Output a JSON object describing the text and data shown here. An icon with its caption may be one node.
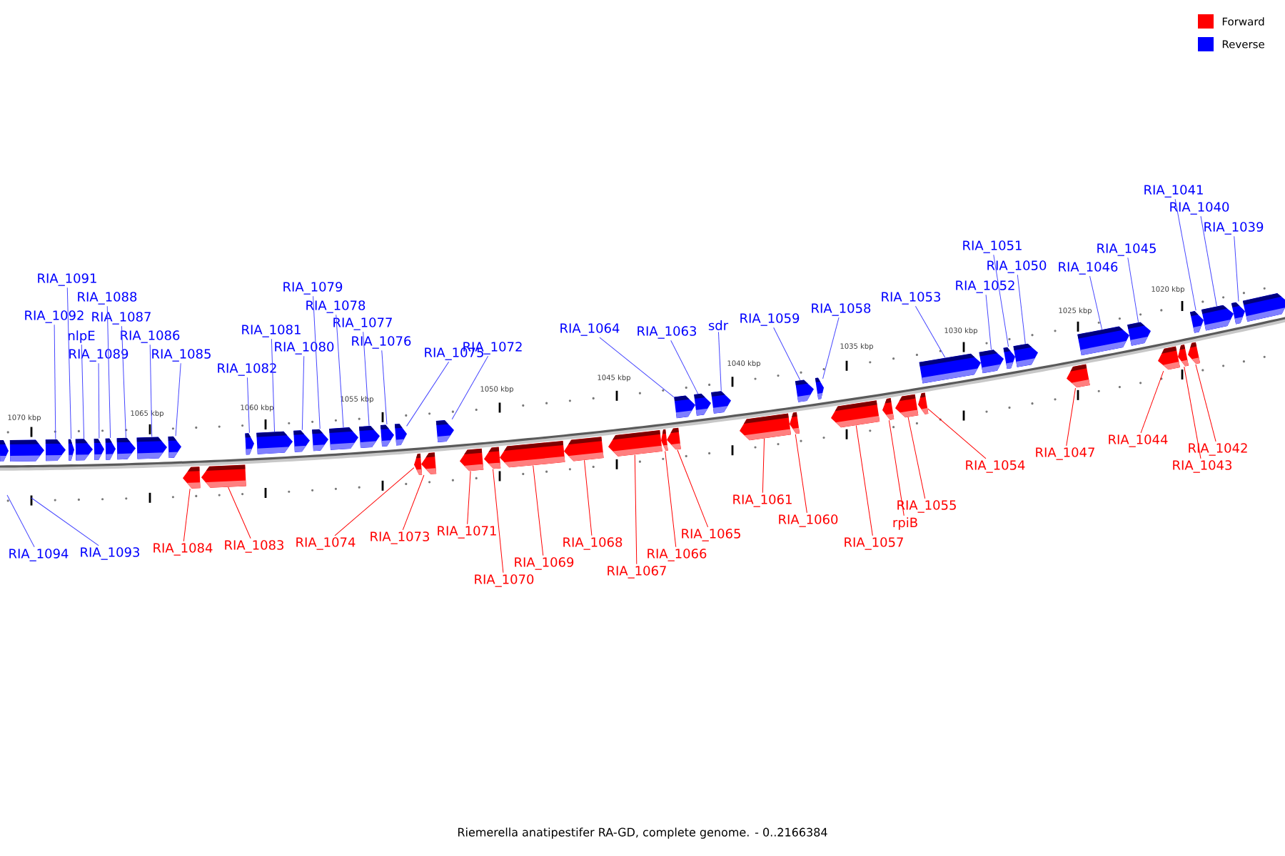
{
  "diagram": {
    "caption": "Riemerella anatipestifer RA-GD, complete genome. - 0..2166384",
    "nodes": [
      {
        "text": [
          "RIA_1094"
        ]
      },
      {
        "text": [
          "RIA_1093"
        ]
      },
      {
        "text": [
          "RIA_1092"
        ]
      },
      {
        "text": [
          "RIA_1091"
        ]
      },
      {
        "text": [
          "nlpE"
        ]
      },
      {
        "text": [
          "RIA_1089"
        ]
      },
      {
        "text": [
          "RIA_1088"
        ]
      },
      {
        "text": [
          "RIA_1087"
        ]
      },
      {
        "text": [
          "RIA_1086"
        ]
      },
      {
        "text": [
          "RIA_1085"
        ]
      },
      {
        "text": [
          "RIA_1082"
        ]
      },
      {
        "text": [
          "RIA_1081"
        ]
      },
      {
        "text": [
          "RIA_1080"
        ]
      },
      {
        "text": [
          "RIA_1079"
        ]
      },
      {
        "text": [
          "RIA_1078"
        ]
      },
      {
        "text": [
          "RIA_1077"
        ]
      },
      {
        "text": [
          "RIA_1076"
        ]
      },
      {
        "text": [
          "RIA_1075"
        ]
      },
      {
        "text": [
          "RIA_1072"
        ]
      },
      {
        "text": [
          "RIA_1064"
        ]
      },
      {
        "text": [
          "RIA_1063"
        ]
      },
      {
        "text": [
          "sdr"
        ]
      },
      {
        "text": [
          "RIA_1059"
        ]
      },
      {
        "text": [
          "RIA_1058"
        ]
      },
      {
        "text": [
          "RIA_1053"
        ]
      },
      {
        "text": [
          "RIA_1052"
        ]
      },
      {
        "text": [
          "RIA_1051"
        ]
      },
      {
        "text": [
          "RIA_1050"
        ]
      },
      {
        "text": [
          "RIA_1046"
        ]
      },
      {
        "text": [
          "RIA_1045"
        ]
      },
      {
        "text": [
          "RIA_1041"
        ]
      },
      {
        "text": [
          "RIA_1040"
        ]
      },
      {
        "text": [
          "RIA_1039"
        ]
      },
      {
        "text": [
          "RIA_1084"
        ]
      },
      {
        "text": [
          "RIA_1083"
        ]
      },
      {
        "text": [
          "RIA_1074"
        ]
      },
      {
        "text": [
          "RIA_1073"
        ]
      },
      {
        "text": [
          "RIA_1071"
        ]
      },
      {
        "text": [
          "RIA_1070"
        ]
      },
      {
        "text": [
          "RIA_1069"
        ]
      },
      {
        "text": [
          "RIA_1068"
        ]
      },
      {
        "text": [
          "RIA_1067"
        ]
      },
      {
        "text": [
          "RIA_1066"
        ]
      },
      {
        "text": [
          "RIA_1065"
        ]
      },
      {
        "text": [
          "RIA_1061"
        ]
      },
      {
        "text": [
          "RIA_1060"
        ]
      },
      {
        "text": [
          "RIA_1057"
        ]
      },
      {
        "text": [
          "rpiB"
        ]
      },
      {
        "text": [
          "RIA_1055"
        ]
      },
      {
        "text": [
          "RIA_1054"
        ]
      },
      {
        "text": [
          "RIA_1047"
        ]
      },
      {
        "text": [
          "RIA_1044"
        ]
      },
      {
        "text": [
          "RIA_1043"
        ]
      },
      {
        "text": [
          "RIA_1042"
        ]
      },
      {
        "text": [],
        "shape": "arrow"
      },
      {
        "text": [],
        "shape": "arrow"
      },
      {
        "text": [],
        "shape": "arrow"
      },
      {
        "text": [],
        "shape": "arrow"
      },
      {
        "text": [],
        "shape": "arrow"
      },
      {
        "text": [],
        "shape": "arrow"
      },
      {
        "text": [],
        "shape": "arrow"
      },
      {
        "text": [],
        "shape": "arrow"
      },
      {
        "text": [],
        "shape": "arrow"
      },
      {
        "text": [],
        "shape": "arrow"
      },
      {
        "text": [],
        "shape": "arrow"
      },
      {
        "text": [],
        "shape": "arrow"
      },
      {
        "text": [],
        "shape": "arrow"
      },
      {
        "text": [],
        "shape": "arrow"
      },
      {
        "text": [],
        "shape": "arrow"
      },
      {
        "text": [],
        "shape": "arrow"
      },
      {
        "text": [],
        "shape": "arrow"
      },
      {
        "text": [],
        "shape": "arrow"
      },
      {
        "text": [],
        "shape": "arrow"
      },
      {
        "text": [],
        "shape": "arrow"
      },
      {
        "text": [],
        "shape": "arrow"
      },
      {
        "text": [],
        "shape": "arrow"
      },
      {
        "text": [],
        "shape": "arrow"
      },
      {
        "text": [],
        "shape": "arrow"
      },
      {
        "text": [],
        "shape": "arrow"
      },
      {
        "text": [],
        "shape": "arrow"
      },
      {
        "text": [],
        "shape": "arrow"
      },
      {
        "text": [],
        "shape": "arrow"
      },
      {
        "text": [],
        "shape": "arrow"
      },
      {
        "text": [],
        "shape": "arrow"
      },
      {
        "text": [],
        "shape": "arrow"
      },
      {
        "text": [],
        "shape": "arrow"
      },
      {
        "text": [],
        "shape": "arrow"
      },
      {
        "text": [],
        "shape": "arrow"
      },
      {
        "text": [],
        "shape": "arrow"
      },
      {
        "text": [],
        "shape": "arrow"
      },
      {
        "text": [],
        "shape": "arrow"
      },
      {
        "text": [],
        "shape": "arrow"
      },
      {
        "text": [],
        "shape": "arrow"
      },
      {
        "text": [],
        "shape": "arrow"
      },
      {
        "text": [],
        "shape": "arrow"
      },
      {
        "text": [],
        "shape": "arrow"
      },
      {
        "text": [],
        "shape": "arrow"
      },
      {
        "text": [],
        "shape": "arrow"
      },
      {
        "text": [],
        "shape": "arrow"
      },
      {
        "text": [],
        "shape": "arrow"
      },
      {
        "text": [],
        "shape": "arrow"
      },
      {
        "text": [],
        "shape": "arrow"
      },
      {
        "text": [],
        "shape": "arrow"
      },
      {
        "text": [],
        "shape": "arrow"
      },
      {
        "text": [],
        "shape": "arrow"
      },
      {
        "text": [],
        "shape": "arrow"
      },
      {
        "text": [],
        "shape": "arrow"
      },
      {
        "text": [],
        "shape": "arrow"
      },
      {
        "text": [],
        "shape": "arrow"
      }
    ],
    "edges": [
      {
        "from": 0,
        "to": null,
        "arrow": "none"
      },
      {
        "from": 1,
        "to": null,
        "arrow": "none"
      },
      {
        "from": 2,
        "to": 56,
        "arrow": "none"
      },
      {
        "from": 3,
        "to": 57,
        "arrow": "none"
      },
      {
        "from": 4,
        "to": 58,
        "arrow": "none"
      },
      {
        "from": 5,
        "to": 59,
        "arrow": "none"
      },
      {
        "from": 6,
        "to": 60,
        "arrow": "none"
      },
      {
        "from": 7,
        "to": 61,
        "arrow": "none"
      },
      {
        "from": 8,
        "to": 62,
        "arrow": "none"
      },
      {
        "from": 9,
        "to": 63,
        "arrow": "none"
      },
      {
        "from": 10,
        "to": 64,
        "arrow": "none"
      },
      {
        "from": 11,
        "to": 65,
        "arrow": "none"
      },
      {
        "from": 12,
        "to": 66,
        "arrow": "none"
      },
      {
        "from": 13,
        "to": 67,
        "arrow": "none"
      },
      {
        "from": 14,
        "to": 68,
        "arrow": "none"
      },
      {
        "from": 15,
        "to": 69,
        "arrow": "none"
      },
      {
        "from": 16,
        "to": 70,
        "arrow": "none"
      },
      {
        "from": 17,
        "to": 71,
        "arrow": "none"
      },
      {
        "from": 18,
        "to": 72,
        "arrow": "none"
      },
      {
        "from": 19,
        "to": 73,
        "arrow": "none"
      },
      {
        "from": 20,
        "to": 74,
        "arrow": "none"
      },
      {
        "from": 21,
        "to": 75,
        "arrow": "none"
      },
      {
        "from": 22,
        "to": 76,
        "arrow": "none"
      },
      {
        "from": 23,
        "to": 77,
        "arrow": "none"
      },
      {
        "from": 24,
        "to": 78,
        "arrow": "none"
      },
      {
        "from": 25,
        "to": 79,
        "arrow": "none"
      },
      {
        "from": 26,
        "to": 80,
        "arrow": "none"
      },
      {
        "from": 27,
        "to": 81,
        "arrow": "none"
      },
      {
        "from": 28,
        "to": 82,
        "arrow": "none"
      },
      {
        "from": 29,
        "to": 83,
        "arrow": "none"
      },
      {
        "from": 30,
        "to": 84,
        "arrow": "none"
      },
      {
        "from": 31,
        "to": 85,
        "arrow": "none"
      },
      {
        "from": 32,
        "to": 86,
        "arrow": "none"
      },
      {
        "from": 33,
        "to": 88,
        "arrow": "none",
        "color": "#ff0000"
      },
      {
        "from": 34,
        "to": 89,
        "arrow": "none",
        "color": "#ff0000"
      },
      {
        "from": 35,
        "to": 90,
        "arrow": "none",
        "color": "#ff0000"
      },
      {
        "from": 36,
        "to": 91,
        "arrow": "none",
        "color": "#ff0000"
      },
      {
        "from": 37,
        "to": 92,
        "arrow": "none",
        "color": "#ff0000"
      },
      {
        "from": 38,
        "to": 93,
        "arrow": "none",
        "color": "#ff0000"
      },
      {
        "from": 39,
        "to": 94,
        "arrow": "none",
        "color": "#ff0000"
      },
      {
        "from": 40,
        "to": 95,
        "arrow": "none",
        "color": "#ff0000"
      },
      {
        "from": 41,
        "to": 96,
        "arrow": "none",
        "color": "#ff0000"
      },
      {
        "from": 42,
        "to": 97,
        "arrow": "none",
        "color": "#ff0000"
      },
      {
        "from": 43,
        "to": 98,
        "arrow": "none",
        "color": "#ff0000"
      },
      {
        "from": 44,
        "to": 99,
        "arrow": "none",
        "color": "#ff0000"
      },
      {
        "from": 45,
        "to": 100,
        "arrow": "none",
        "color": "#ff0000"
      },
      {
        "from": 46,
        "to": 101,
        "arrow": "none",
        "color": "#ff0000"
      },
      {
        "from": 47,
        "to": 102,
        "arrow": "none",
        "color": "#ff0000"
      },
      {
        "from": 48,
        "to": 103,
        "arrow": "none",
        "color": "#ff0000"
      },
      {
        "from": 49,
        "to": 104,
        "arrow": "none",
        "color": "#ff0000"
      },
      {
        "from": 50,
        "to": 105,
        "arrow": "none",
        "color": "#ff0000"
      },
      {
        "from": 51,
        "to": 106,
        "arrow": "none",
        "color": "#ff0000"
      },
      {
        "from": 52,
        "to": 107,
        "arrow": "none",
        "color": "#ff0000"
      },
      {
        "from": 53,
        "to": 108,
        "arrow": "none",
        "color": "#ff0000"
      }
    ],
    "labels": [
      "1070 kbp",
      "1065 kbp",
      "1060 kbp",
      "1055 kbp",
      "1050 kbp",
      "1045 kbp",
      "1040 kbp",
      "1035 kbp",
      "1030 kbp",
      "1025 kbp",
      "1020 kbp"
    ],
    "legend": [
      {
        "text": "Forward",
        "color": "#ff0000"
      },
      {
        "text": "Reverse",
        "color": "#0000ff"
      }
    ]
  }
}
